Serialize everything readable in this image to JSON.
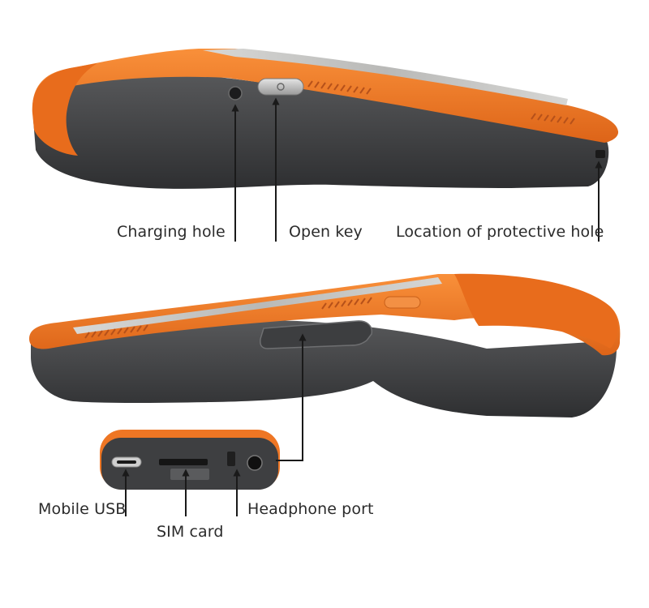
{
  "labels": {
    "charging_hole": "Charging hole",
    "open_key": "Open key",
    "protective_hole": "Location of protective hole",
    "mobile_usb": "Mobile USB",
    "sim_card": "SIM card",
    "headphone_port": "Headphone port"
  },
  "colors": {
    "shell_orange": "#f07a24",
    "shell_orange_dark": "#c95a14",
    "body_gray": "#48494b",
    "body_gray_dark": "#2f3032",
    "screen_silver": "#c9c9c7",
    "pointer": "#1a1a1a"
  }
}
